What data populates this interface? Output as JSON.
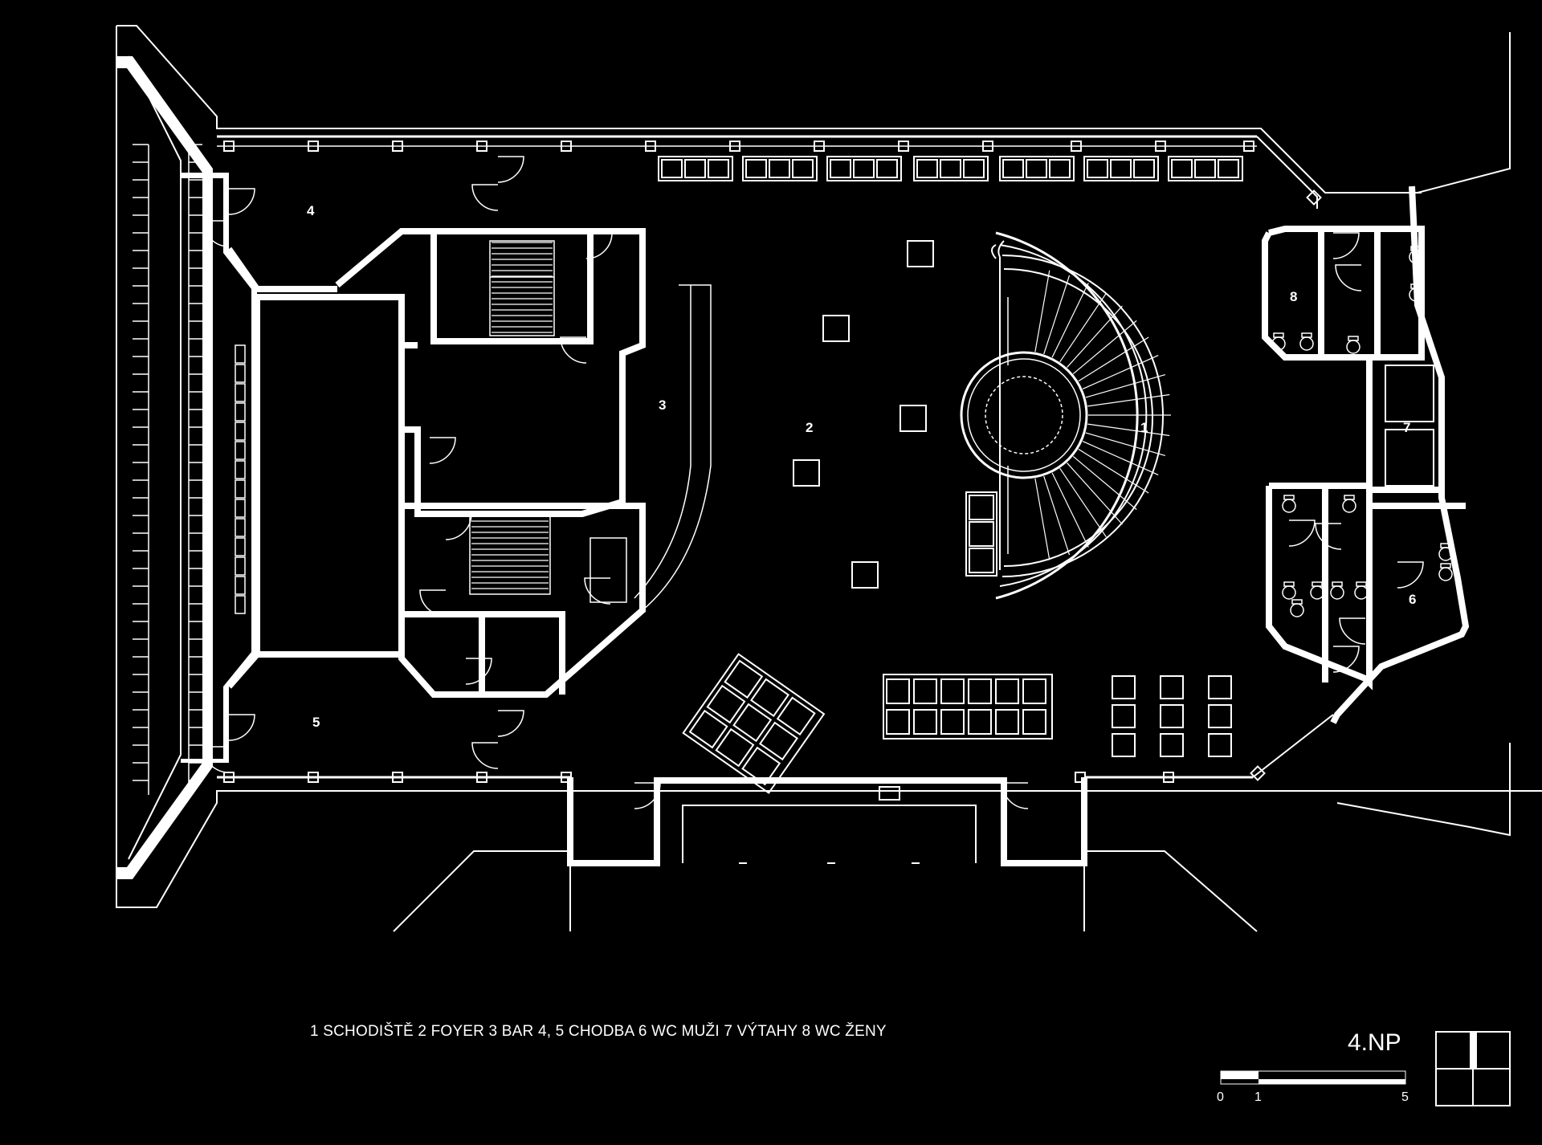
{
  "rooms": [
    {
      "num": "1",
      "name": "SCHODIŠTĚ"
    },
    {
      "num": "2",
      "name": "FOYER"
    },
    {
      "num": "3",
      "name": "BAR"
    },
    {
      "num": "4",
      "name": "CHODBA"
    },
    {
      "num": "5",
      "name": "CHODBA"
    },
    {
      "num": "6",
      "name": "WC MUŽI"
    },
    {
      "num": "7",
      "name": "VÝTAHY"
    },
    {
      "num": "8",
      "name": "WC ŽENY"
    }
  ],
  "legend": "1 SCHODIŠTĚ  2 FOYER  3 BAR  4, 5 CHODBA  6 WC MUŽI  7 VÝTAHY  8 WC ŽENY",
  "floor_label": "4.NP",
  "scale_bar": {
    "labels": [
      "0",
      "1",
      "5"
    ]
  },
  "colors": {
    "background": "#000000",
    "lines": "#ffffff"
  }
}
